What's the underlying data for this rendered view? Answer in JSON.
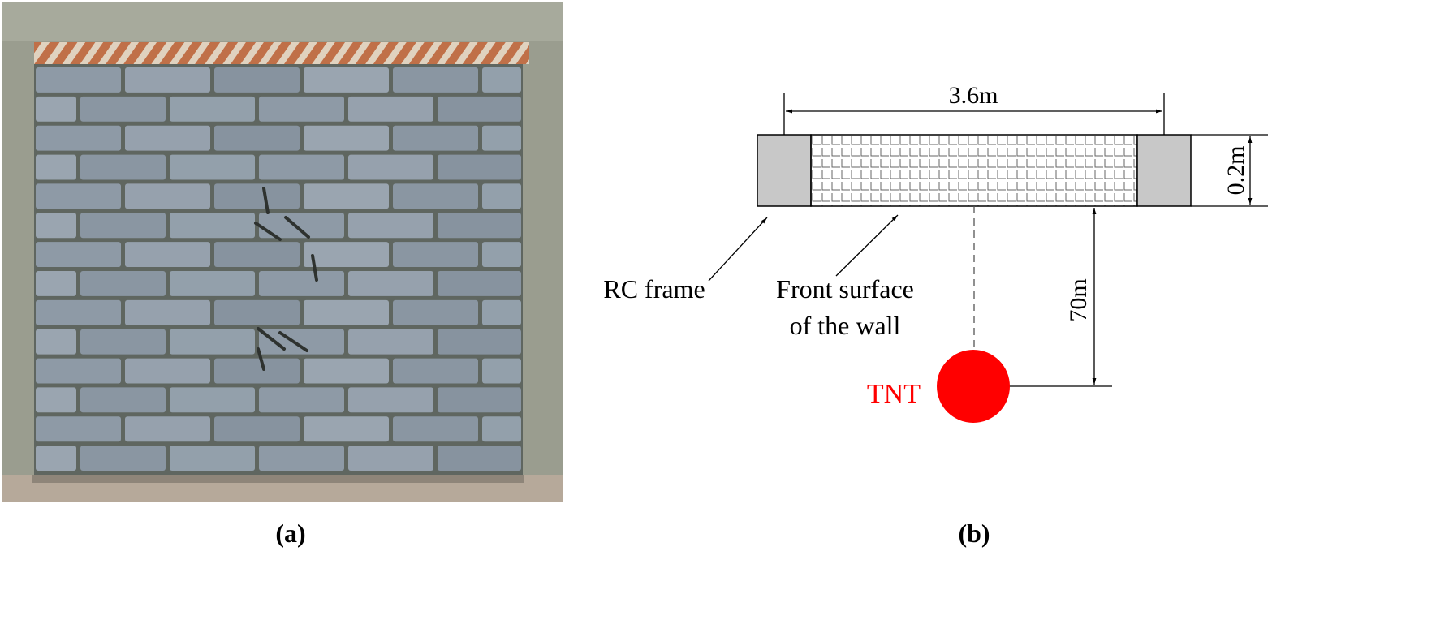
{
  "panels": {
    "a": {
      "label": "(a)"
    },
    "b": {
      "label": "(b)"
    }
  },
  "diagram": {
    "width_dimension": "3.6m",
    "thickness_dimension": "0.2m",
    "standoff_dimension": "70m",
    "rc_frame_label": "RC frame",
    "front_surface_label_line1": "Front surface",
    "front_surface_label_line2": "of the wall",
    "charge_label": "TNT"
  },
  "colors": {
    "charge": "#ff0000",
    "frame_fill": "#c8c8c8",
    "brick": "#8e9aa6",
    "mortar": "#5f6660",
    "plaster": "#9a9d8f",
    "lintel": "#b3643a"
  }
}
